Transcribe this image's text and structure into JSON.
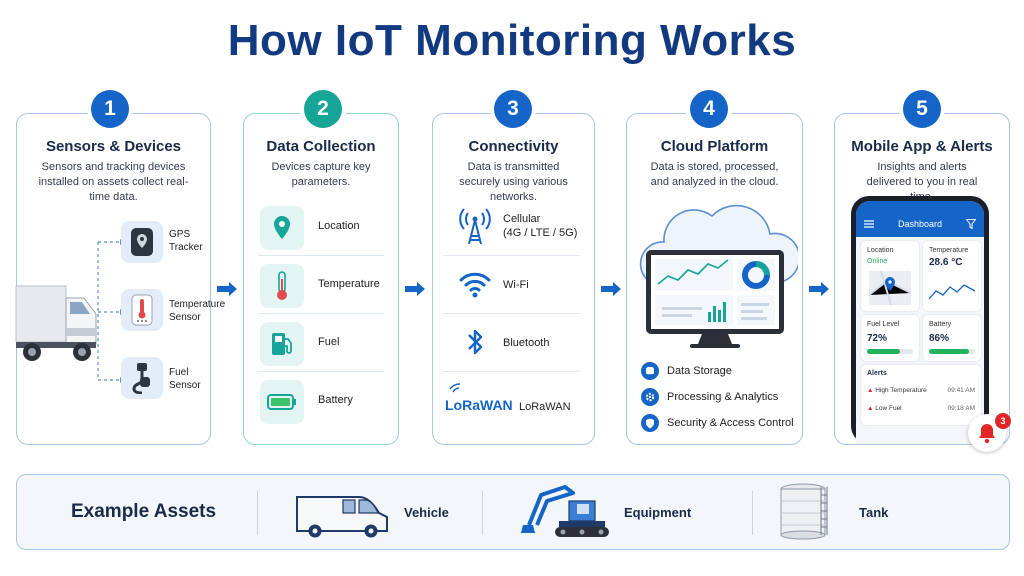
{
  "title": "How IoT Monitoring Works",
  "steps": [
    {
      "number": "1",
      "title": "Sensors & Devices",
      "description": "Sensors and tracking devices installed on assets collect real-time data.",
      "devices": [
        {
          "label": "GPS\nTracker",
          "icon": "gps-tracker-icon"
        },
        {
          "label": "Temperature\nSensor",
          "icon": "temperature-sensor-icon"
        },
        {
          "label": "Fuel\nSensor",
          "icon": "fuel-sensor-icon"
        }
      ]
    },
    {
      "number": "2",
      "title": "Data Collection",
      "description": "Devices capture key parameters.",
      "parameters": [
        {
          "label": "Location",
          "icon": "location-pin-icon"
        },
        {
          "label": "Temperature",
          "icon": "thermometer-icon"
        },
        {
          "label": "Fuel",
          "icon": "fuel-pump-icon"
        },
        {
          "label": "Battery",
          "icon": "battery-icon"
        }
      ]
    },
    {
      "number": "3",
      "title": "Connectivity",
      "description": "Data is transmitted securely using various networks.",
      "networks": [
        {
          "label": "Cellular\n(4G / LTE / 5G)",
          "icon": "cell-tower-icon"
        },
        {
          "label": "Wi-Fi",
          "icon": "wifi-icon"
        },
        {
          "label": "Bluetooth",
          "icon": "bluetooth-icon"
        },
        {
          "label": "LoRaWAN",
          "icon": "lorawan-logo",
          "logo_text": "LoRaWAN"
        }
      ]
    },
    {
      "number": "4",
      "title": "Cloud Platform",
      "description": "Data is stored, processed, and analyzed in the cloud.",
      "services": [
        {
          "label": "Data Storage",
          "icon": "database-icon"
        },
        {
          "label": "Processing & Analytics",
          "icon": "gear-icon"
        },
        {
          "label": "Security & Access Control",
          "icon": "shield-icon"
        }
      ]
    },
    {
      "number": "5",
      "title": "Mobile App & Alerts",
      "description": "Insights and alerts delivered to you in real time.",
      "app": {
        "header": "Dashboard",
        "location_label": "Location",
        "location_status": "Online",
        "temperature_label": "Temperature",
        "temperature_value": "28.6 °C",
        "fuel_label": "Fuel Level",
        "fuel_value": "72%",
        "fuel_level": 0.72,
        "battery_label": "Battery",
        "battery_value": "86%",
        "battery_level": 0.86,
        "alerts_title": "Alerts",
        "alerts": [
          {
            "label": "High Temperature",
            "time": "09:41 AM"
          },
          {
            "label": "Low Fuel",
            "time": "09:18 AM"
          }
        ]
      },
      "notification_count": "3"
    }
  ],
  "assets": {
    "title": "Example Assets",
    "items": [
      {
        "label": "Vehicle",
        "icon": "van-icon"
      },
      {
        "label": "Equipment",
        "icon": "excavator-icon"
      },
      {
        "label": "Tank",
        "icon": "tank-icon"
      }
    ]
  },
  "colors": {
    "primary": "#1565c8",
    "teal": "#16a596",
    "title": "#123a80",
    "card_border": "#a9c6ea",
    "alert_red": "#e02626",
    "ok_green": "#23b35f"
  }
}
